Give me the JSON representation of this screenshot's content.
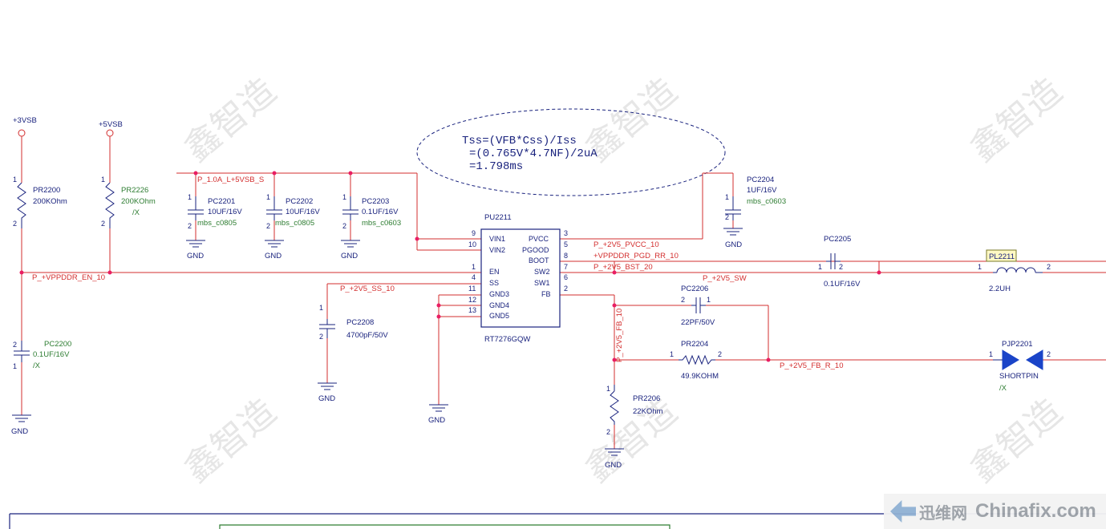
{
  "watermark": {
    "text": "鑫智造"
  },
  "logo": {
    "cn": "迅维网",
    "en": "Chinafix.com"
  },
  "equation": {
    "line1": "Tss=(VFB*Css)/Iss",
    "line2": "=(0.765V*4.7NF)/2uA",
    "line3": "=1.798ms"
  },
  "rails": {
    "v3": "+3VSB",
    "v5": "+5VSB"
  },
  "nets": {
    "en": "P_+VPPDDR_EN_10",
    "vin": "P_1.0A_L+5VSB_S",
    "pvcc": "P_+2V5_PVCC_10",
    "pgood": "+VPPDDR_PGD_RR_10",
    "bst": "P_+2V5_BST_20",
    "sw": "P_+2V5_SW",
    "ss": "P_+2V5_SS_10",
    "fb": "P_+2V5_FB_10",
    "fbr": "P_+2V5_FB_R_10"
  },
  "parts": {
    "pr2200": {
      "ref": "PR2200",
      "val": "200KOhm"
    },
    "pr2226": {
      "ref": "PR2226",
      "val": "200KOhm",
      "opt": "/X"
    },
    "pc2200": {
      "ref": "PC2200",
      "val": "0.1UF/16V",
      "opt": "/X"
    },
    "pc2201": {
      "ref": "PC2201",
      "val": "10UF/16V",
      "pkg": "mbs_c0805"
    },
    "pc2202": {
      "ref": "PC2202",
      "val": "10UF/16V",
      "pkg": "mbs_c0805"
    },
    "pc2203": {
      "ref": "PC2203",
      "val": "0.1UF/16V",
      "pkg": "mbs_c0603"
    },
    "pc2204": {
      "ref": "PC2204",
      "val": "1UF/16V",
      "pkg": "mbs_c0603"
    },
    "pc2205": {
      "ref": "PC2205",
      "val": "0.1UF/16V"
    },
    "pc2206": {
      "ref": "PC2206",
      "val": "22PF/50V"
    },
    "pc2208": {
      "ref": "PC2208",
      "val": "4700pF/50V"
    },
    "pr2204": {
      "ref": "PR2204",
      "val": "49.9KOHM"
    },
    "pr2206": {
      "ref": "PR2206",
      "val": "22KOhm"
    },
    "pl2211": {
      "ref": "PL2211",
      "val": "2.2UH"
    },
    "pjp2201": {
      "ref": "PJP2201",
      "val": "SHORTPIN",
      "opt": "/X"
    }
  },
  "ic": {
    "ref": "PU2211",
    "part": "RT7276GQW",
    "left_pins": [
      {
        "num": "9",
        "name": "VIN1"
      },
      {
        "num": "10",
        "name": "VIN2"
      },
      {
        "num": "1",
        "name": "EN"
      },
      {
        "num": "4",
        "name": ""
      },
      {
        "num": "11",
        "name": "SS"
      },
      {
        "num": "12",
        "name": "GND3"
      },
      {
        "num": "13",
        "name": "GND4"
      },
      {
        "num": "",
        "name": "GND5"
      }
    ],
    "right_pins": [
      {
        "num": "3",
        "name": "PVCC"
      },
      {
        "num": "5",
        "name": "PGOOD"
      },
      {
        "num": "8",
        "name": "BOOT"
      },
      {
        "num": "7",
        "name": "SW2"
      },
      {
        "num": "6",
        "name": "SW1"
      },
      {
        "num": "2",
        "name": "FB"
      }
    ]
  },
  "gnd": "GND",
  "pin_nums": {
    "p1": "1",
    "p2": "2"
  },
  "colors": {
    "wire": "#d32f2f",
    "part": "#1a237e",
    "value": "#2e7d32",
    "junction": "#e91e63"
  }
}
